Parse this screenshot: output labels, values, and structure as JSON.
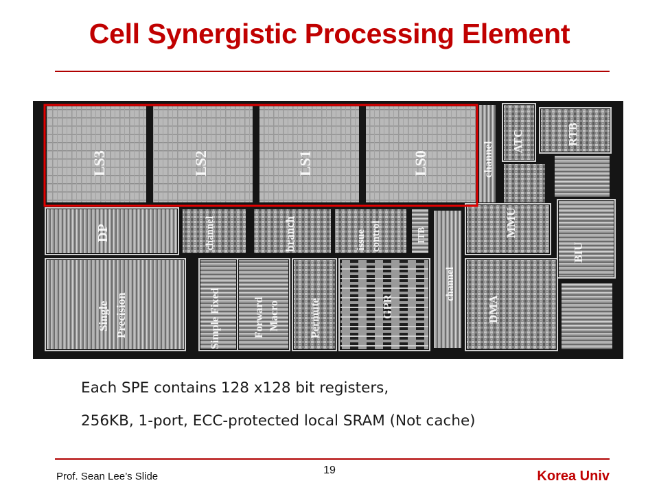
{
  "slide": {
    "title": "Cell Synergistic Processing Element",
    "body": [
      "Each SPE contains 128 x128 bit registers,",
      "256KB, 1-port, ECC-protected local SRAM (Not cache)"
    ],
    "footer_left": "Prof. Sean Lee’s Slide",
    "page_number": "19",
    "footer_right": "Korea Univ"
  },
  "die_labels": {
    "ls3": "LS3",
    "ls2": "LS2",
    "ls1": "LS1",
    "ls0": "LS0",
    "channel_top": "channel",
    "atc": "ATC",
    "rtb": "RTB",
    "dp": "DP",
    "channel_mid": "channel",
    "branch": "branch",
    "issue": "issue",
    "control": "control",
    "itb": "ITB",
    "mmu": "MMU",
    "biu": "BIU",
    "channel_right": "channel",
    "single": "Single",
    "precision": "Precision",
    "simple_fixed": "Simple Fixed",
    "forward": "Forward",
    "macro": "Macro",
    "permute": "Permute",
    "gpr": "GPR",
    "dma": "DMA"
  },
  "colors": {
    "title": "#c00000",
    "highlight": "#e00000",
    "die_dark": "#141414"
  }
}
